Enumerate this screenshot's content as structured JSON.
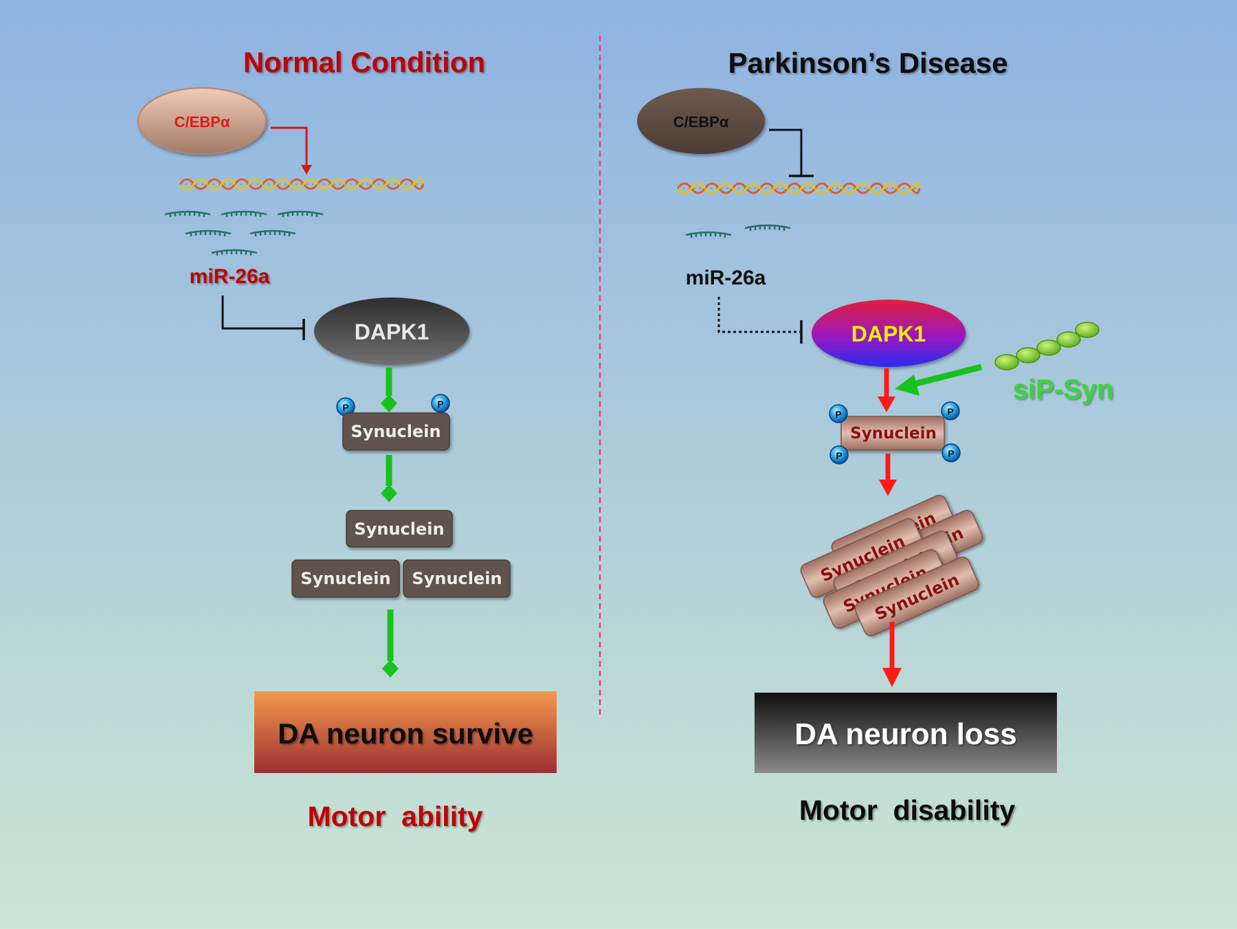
{
  "colors": {
    "bg_top": "#8fb3e2",
    "bg_bottom": "#cbe6d3",
    "normal_title": "#c00000",
    "pd_title": "#111111",
    "activation_green": "#18c21c",
    "pd_red": "#ff1a1a",
    "synuclein_box": "#5f524b",
    "synuclein_pd": "#b98a79",
    "divider": "#e0407a",
    "siPSyn": "#3dd33d"
  },
  "normal": {
    "title": "Normal Condition",
    "tf_label": "C/EBPα",
    "mirna_label": "miR-26a",
    "kinase_label": "DAPK1",
    "synuclein_label": "Synuclein",
    "phospho_label": "P",
    "outcome_label": "DA neuron survive",
    "phenotype_label": "Motor  ability"
  },
  "pd": {
    "title": "Parkinson’s Disease",
    "tf_label": "C/EBPα",
    "mirna_label": "miR-26a",
    "kinase_label": "DAPK1",
    "synuclein_label": "Synuclein",
    "phospho_label": "P",
    "aggregate_label": "Synuclein",
    "drug_label": "siP-Syn",
    "outcome_label": "DA neuron loss",
    "phenotype_label": "Motor  disability"
  }
}
